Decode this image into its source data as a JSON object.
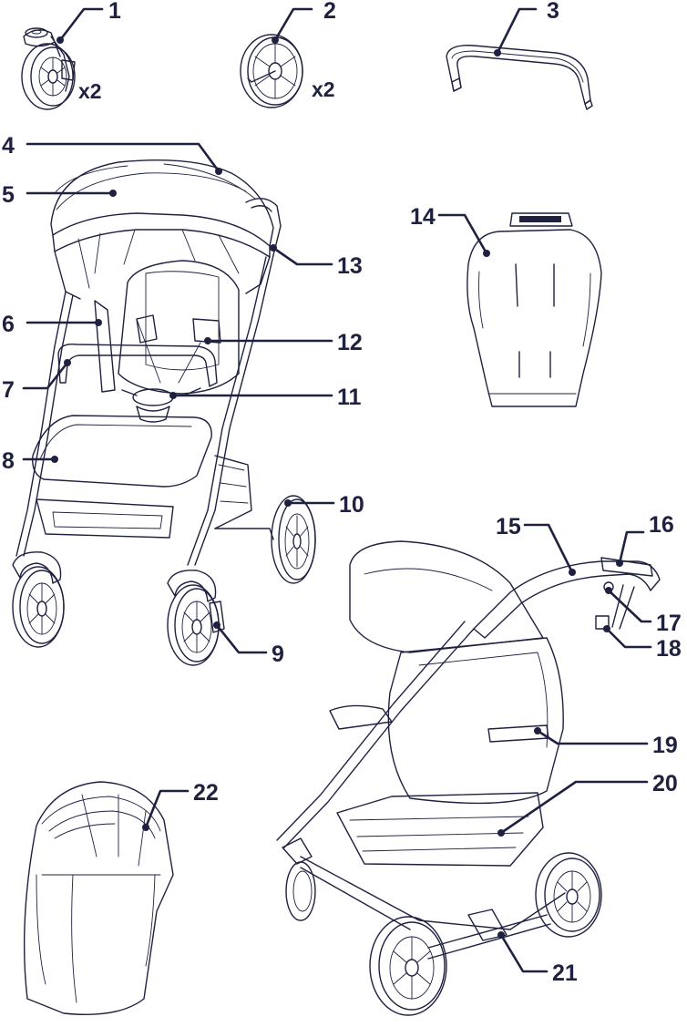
{
  "diagram": {
    "line_color": "#1f2140",
    "background": "#ffffff",
    "quantities": {
      "wheel_front": "x2",
      "wheel_rear": "x2"
    },
    "callouts": [
      {
        "id": "1",
        "part": "front-swivel-wheel"
      },
      {
        "id": "2",
        "part": "rear-wheel"
      },
      {
        "id": "3",
        "part": "bumper-bar"
      },
      {
        "id": "4",
        "part": "canopy"
      },
      {
        "id": "5",
        "part": "canopy-visor"
      },
      {
        "id": "6",
        "part": "shoulder-harness"
      },
      {
        "id": "7",
        "part": "bumper-bar-attached"
      },
      {
        "id": "8",
        "part": "leg-rest"
      },
      {
        "id": "9",
        "part": "front-wheel-swivel-lock"
      },
      {
        "id": "10",
        "part": "rear-wheel-assembly"
      },
      {
        "id": "11",
        "part": "harness-buckle"
      },
      {
        "id": "12",
        "part": "shoulder-pad"
      },
      {
        "id": "13",
        "part": "canopy-mount"
      },
      {
        "id": "14",
        "part": "seat-liner"
      },
      {
        "id": "15",
        "part": "handlebar"
      },
      {
        "id": "16",
        "part": "handlebar-adjust-button"
      },
      {
        "id": "17",
        "part": "fold-release"
      },
      {
        "id": "18",
        "part": "frame-lock"
      },
      {
        "id": "19",
        "part": "recline-handle"
      },
      {
        "id": "20",
        "part": "storage-basket"
      },
      {
        "id": "21",
        "part": "brake-pedal"
      },
      {
        "id": "22",
        "part": "rain-cover"
      }
    ]
  }
}
